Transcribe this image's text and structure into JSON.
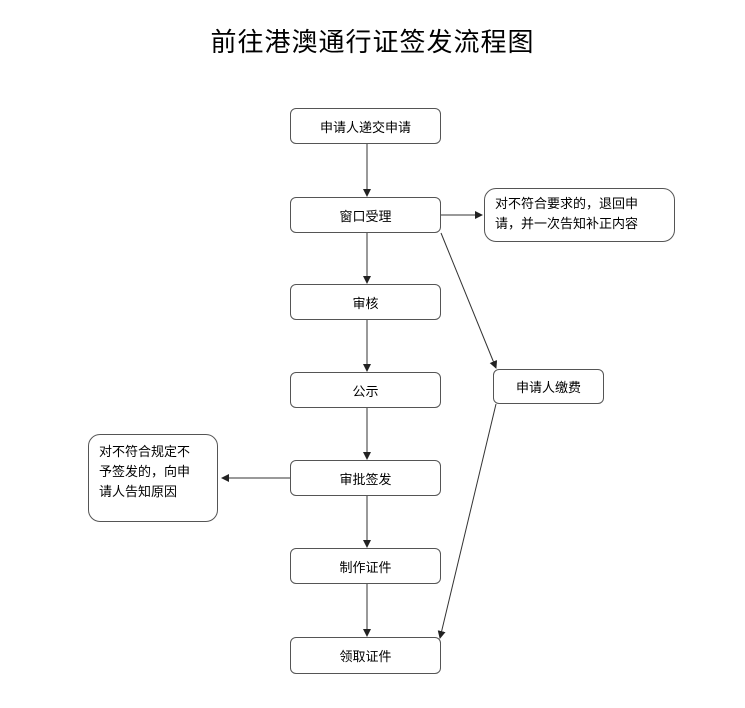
{
  "title": "前往港澳通行证签发流程图",
  "nodes": {
    "submit": "申请人递交申请",
    "accept": "窗口受理",
    "review": "审核",
    "publicize": "公示",
    "approve": "审批签发",
    "produce": "制作证件",
    "collect": "领取证件",
    "pay": "申请人缴费"
  },
  "notes": {
    "reject_return": [
      "对不符合要求的，退回申",
      "请，并一次告知补正内容"
    ],
    "reject_deny": [
      "对不符合规定不",
      "予签发的，向申",
      "请人告知原因"
    ]
  },
  "colors": {
    "stroke": "#555555",
    "arrow": "#333333"
  }
}
